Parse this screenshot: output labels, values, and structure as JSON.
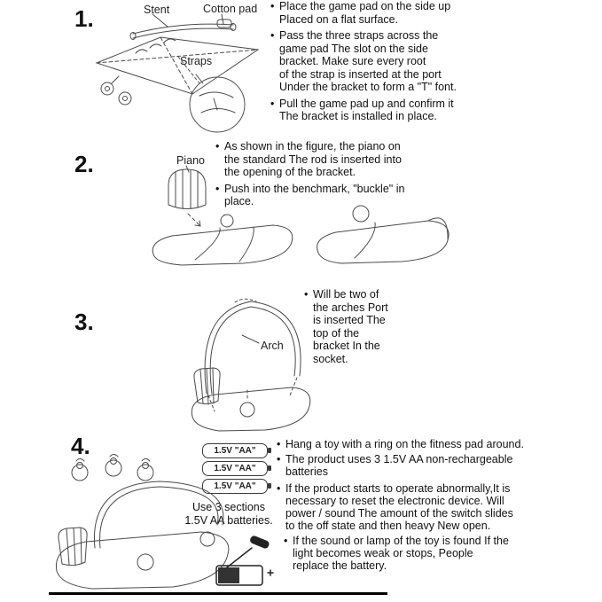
{
  "glyphs": {
    "bullet": "•"
  },
  "ink_color": "#1a1a1a",
  "line_art_color": "#4a4a4a",
  "steps": {
    "s1": {
      "number": "1.",
      "label_stent": "Stent",
      "label_cotton_pad": "Cotton pad",
      "label_straps": "Straps",
      "bullets": [
        "Place the game pad on the side up\nPlaced on a flat surface.",
        "Pass the three straps across the\ngame pad The slot on the side\nbracket. Make sure every root\nof the strap is inserted at the port\nUnder the bracket to form a \"T\" font.",
        "Pull the game pad up and confirm it\nThe bracket is installed in place."
      ]
    },
    "s2": {
      "number": "2.",
      "label_piano": "Piano",
      "bullets": [
        "As shown in the figure, the piano on\nthe standard The rod is inserted into\nthe opening of the bracket.",
        "Push into the benchmark, \"buckle\" in\nplace."
      ]
    },
    "s3": {
      "number": "3.",
      "label_arch": "Arch",
      "bullets": [
        "Will be two of\nthe arches Port\nis inserted The\ntop of the\nbracket In the\nsocket."
      ]
    },
    "s4": {
      "number": "4.",
      "battery_label": "1.5V \"AA\"",
      "batteries_caption": "Use 3 sections\n1.5V AA batteries.",
      "bullets": [
        "Hang a toy with a ring on the fitness pad around.",
        "The product uses 3 1.5V AA non-rechargeable\nbatteries",
        "If the product starts to operate abnormally,It is\nnecessary to reset the electronic device. Will\npower / sound The amount of the switch slides\nto the off state and then heavy New open.",
        "If the sound or lamp of the toy is found If the\nlight becomes weak or stops, People\nreplace the battery."
      ]
    }
  }
}
